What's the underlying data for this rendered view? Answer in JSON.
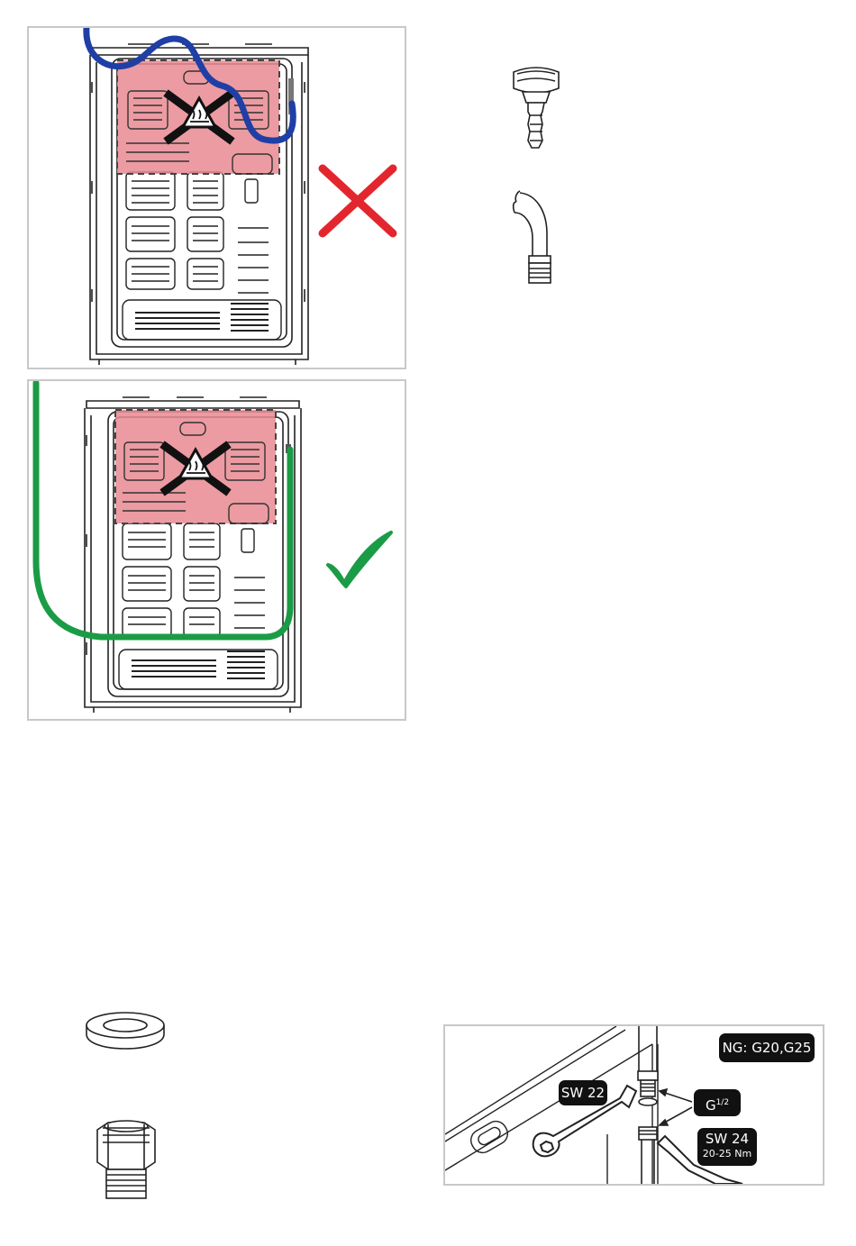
{
  "panels": {
    "incorrect": {
      "verdict_icon": "red-cross-icon",
      "hose_color": "#1f3fa6"
    },
    "correct": {
      "verdict_icon": "green-check-icon",
      "hose_color": "#1a9c46"
    }
  },
  "colors": {
    "hot_zone": "#e98a92",
    "wrong": "#e3262d",
    "right": "#1a9c46",
    "line": "#222222",
    "frame": "#c8c8c8"
  },
  "icons": {
    "hot_surface": "hot-surface-warning-icon",
    "hose_nozzle": "hose-nozzle-icon",
    "elbow_pipe": "elbow-pipe-icon",
    "washer": "sealing-washer-icon",
    "adapter": "threaded-adapter-icon",
    "wrench": "wrench-icon"
  },
  "connection": {
    "gas_label": "NG: G20,G25",
    "sw22_label": "SW 22",
    "thread_base": "G",
    "thread_exp": "1/2",
    "sw24_label": "SW 24",
    "torque_label": "20-25 Nm"
  }
}
